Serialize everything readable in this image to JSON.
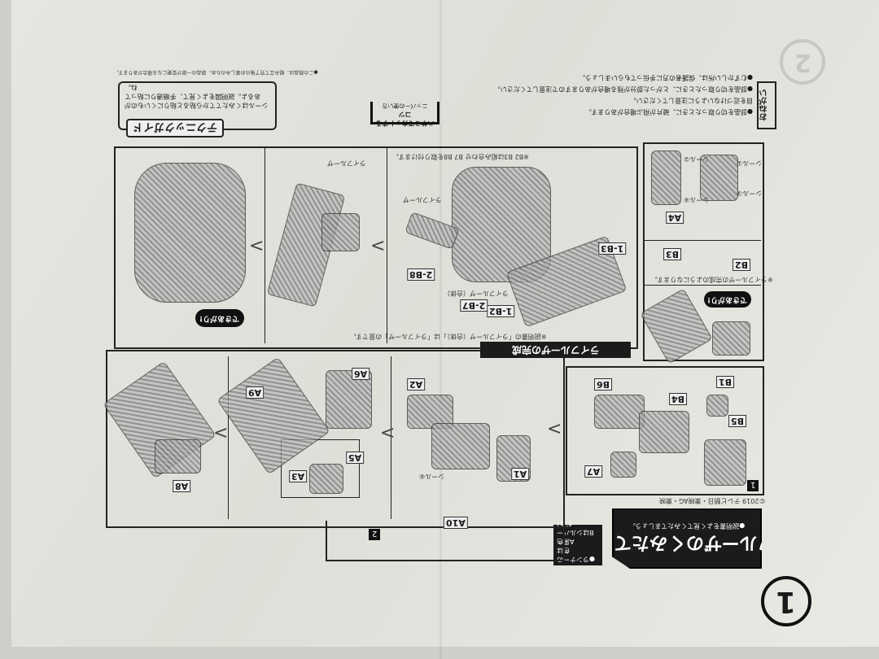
{
  "page_number": "1",
  "next_page_number": "2",
  "title": {
    "heading": "ライフルーザのくみたて",
    "subtitle": "●説明書をよく見てくみたてましょう。"
  },
  "runner_note": [
    "●ランナーの色は",
    "A黒色",
    "Bはシルバーだよ!"
  ],
  "copyright": "©2019 テレビ朝日・東映AG・東映",
  "steps": [
    {
      "number": "1",
      "parts": [
        "B1",
        "B4",
        "B5",
        "B6",
        "A7"
      ]
    },
    {
      "number": "2",
      "parts": [
        "A1",
        "A2",
        "A10",
        "A3",
        "A5",
        "A6",
        "A9",
        "A8"
      ],
      "sticker_note": "シール⑥"
    }
  ],
  "completion": {
    "heading": "ライフルーザの完成",
    "note": "※説明書の「ライフルーザ（合体）」は「ライフルーザ」の意です。",
    "parts": [
      "1-B3",
      "2-B8",
      "1-B2",
      "2-B7"
    ],
    "rifle_labels": [
      "ライフルーザ（合体）",
      "ライフルーザ",
      "ライフルーザ"
    ],
    "b_note": "※B2 B3は組み合わせ B7 B8を取り付けます。"
  },
  "finished_label": "できあがり!",
  "side_panel": {
    "parts": [
      "B2",
      "B3",
      "A4"
    ],
    "stickers": [
      "シール①",
      "シール②",
      "シール③",
      "シール④"
    ],
    "note": "※ライフルーザの完成のようになります。"
  },
  "technique_guide": {
    "heading": "テクニックガイド",
    "text": [
      "シールはくみたててから貼ると貼りにくいものが",
      "あるよ。説明図をよく見て、手順通りに貼ってね。"
    ]
  },
  "warning": {
    "label": "おねがい",
    "items": [
      "●部品を切り取ったときに、破片が飛ぶ場合があります。",
      "目を近づけないように注意してください。",
      "●部品を切り取ったときに、とがった部分が残る場合がありますので注意してください。",
      "●むずかしい所は、保護者の方に手伝ってもらいましょう。"
    ]
  },
  "nipper_tip": {
    "heading": "ハサミでカットするコツ",
    "text": "ニッパーの使い方"
  },
  "footer_note": "●この商品は、組み立て完了後のお楽しみのため、部品の一部が変更になる場合があります。"
}
